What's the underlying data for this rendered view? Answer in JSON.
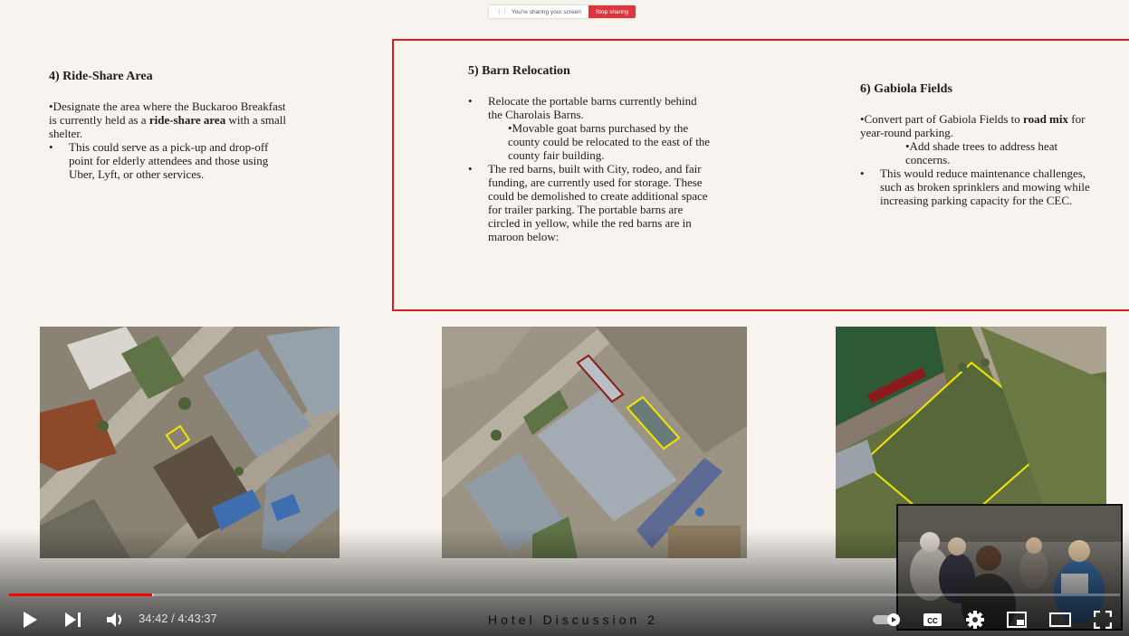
{
  "share_bar": {
    "status": "You're sharing your screen",
    "stop_label": "Stop sharing"
  },
  "slide": {
    "col1": {
      "title": "4) Ride-Share Area",
      "intro_before": "•Designate the area where the Buckaroo Breakfast is currently held as a ",
      "intro_bold": "ride-share area",
      "intro_after": " with a small shelter.",
      "bullet1": "This could serve as a pick-up and drop-off point for elderly attendees and those using Uber, Lyft, or other services."
    },
    "col2": {
      "title": "5) Barn Relocation",
      "bullet1": "Relocate the portable barns currently behind the Charolais Barns.",
      "sub1": "•Movable goat barns purchased by the county could be relocated to the east of the county fair building.",
      "bullet2": "The red barns, built with City, rodeo, and fair funding, are currently used for storage. These could be demolished to create additional space for trailer parking. The portable barns are circled in yellow, while the red barns are in maroon below:"
    },
    "col3": {
      "title": "6) Gabiola Fields",
      "intro_before": "•Convert part of Gabiola Fields to ",
      "intro_bold": "road mix",
      "intro_after": " for year-round parking.",
      "sub1": "•Add shade trees to address heat concerns.",
      "bullet1": "This would reduce maintenance challenges, such as broken sprinklers and mowing while increasing parking capacity for the CEC."
    }
  },
  "player": {
    "progress_fraction": 0.1286,
    "buffer_fraction": 0.1305,
    "time_current": "34:42",
    "time_separator": " / ",
    "time_total": "4:43:37",
    "chapter": "Hotel Discussion 2",
    "icons": {
      "play": "play-icon",
      "next": "next-icon",
      "volume": "volume-icon",
      "autoplay": "autoplay-toggle-icon",
      "cc": "closed-captions-icon",
      "settings": "gear-icon",
      "miniplayer": "miniplayer-icon",
      "theater": "theater-mode-icon",
      "fullscreen": "fullscreen-icon"
    }
  },
  "colors": {
    "slide_background": "#f7f3ee",
    "highlight_box": "#e01b1b",
    "progress": "#ff0000",
    "portable_barn_outline": "#f2e600",
    "red_barn_outline": "#8a1c1c"
  }
}
